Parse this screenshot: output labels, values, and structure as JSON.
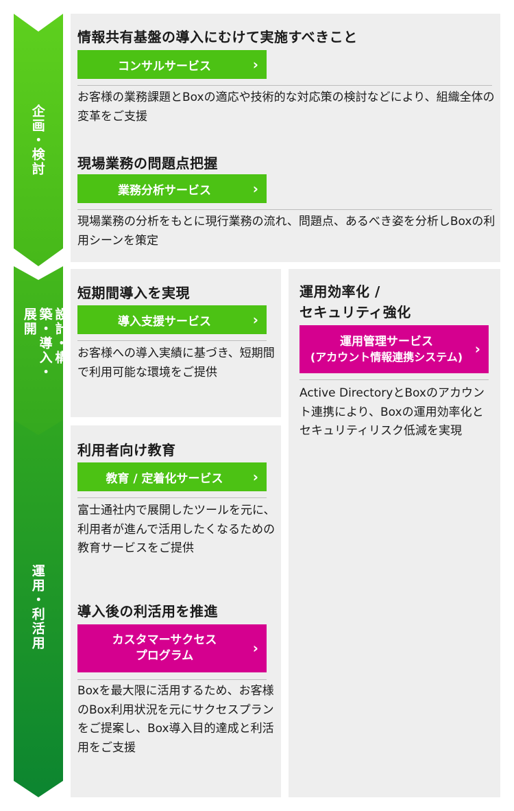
{
  "phases": [
    {
      "label": "企画・検討"
    },
    {
      "label": "設計・構築・導入・展開"
    },
    {
      "label": "運用・利活用"
    }
  ],
  "colors": {
    "arrow_light": "#50c41a",
    "arrow_mid": "#2fa61e",
    "arrow_dark": "#0f8a2f",
    "button_green": "#4cc214",
    "button_magenta": "#d5008f",
    "panel_bg": "#eeeeee"
  },
  "blocks": [
    {
      "title": "情報共有基盤の導入にむけて実施すべきこと",
      "button": "コンサルサービス",
      "chevron": "›",
      "desc": "お客様の業務課題とBoxの適応や技術的な対応策の検討などにより、組織全体の変革をご支援"
    },
    {
      "title": "現場業務の問題点把握",
      "button": "業務分析サービス",
      "chevron": "›",
      "desc": "現場業務の分析をもとに現行業務の流れ、問題点、あるべき姿を分析しBoxの利用シーンを策定"
    },
    {
      "title": "短期間導入を実現",
      "button": "導入支援サービス",
      "chevron": "›",
      "desc": "お客様への導入実績に基づき、短期間で利用可能な環境をご提供"
    },
    {
      "title_line1": "運用効率化 /",
      "title_line2": "セキュリティ強化",
      "button_line1": "運用管理サービス",
      "button_line2": "(アカウント情報連携システム)",
      "chevron": "›",
      "desc": "Active DirectoryとBoxのアカウント連携により、Boxの運用効率化とセキュリティリスク低減を実現"
    },
    {
      "title": "利用者向け教育",
      "button": "教育 / 定着化サービス",
      "chevron": "›",
      "desc": "富士通社内で展開したツールを元に、利用者が進んで活用したくなるための教育サービスをご提供"
    },
    {
      "title": "導入後の利活用を推進",
      "button_line1": "カスタマーサクセス",
      "button_line2": "プログラム",
      "chevron": "›",
      "desc": "Boxを最大限に活用するため、お客様のBox利用状況を元にサクセスプランをご提案し、Box導入目的達成と利活用をご支援"
    }
  ]
}
